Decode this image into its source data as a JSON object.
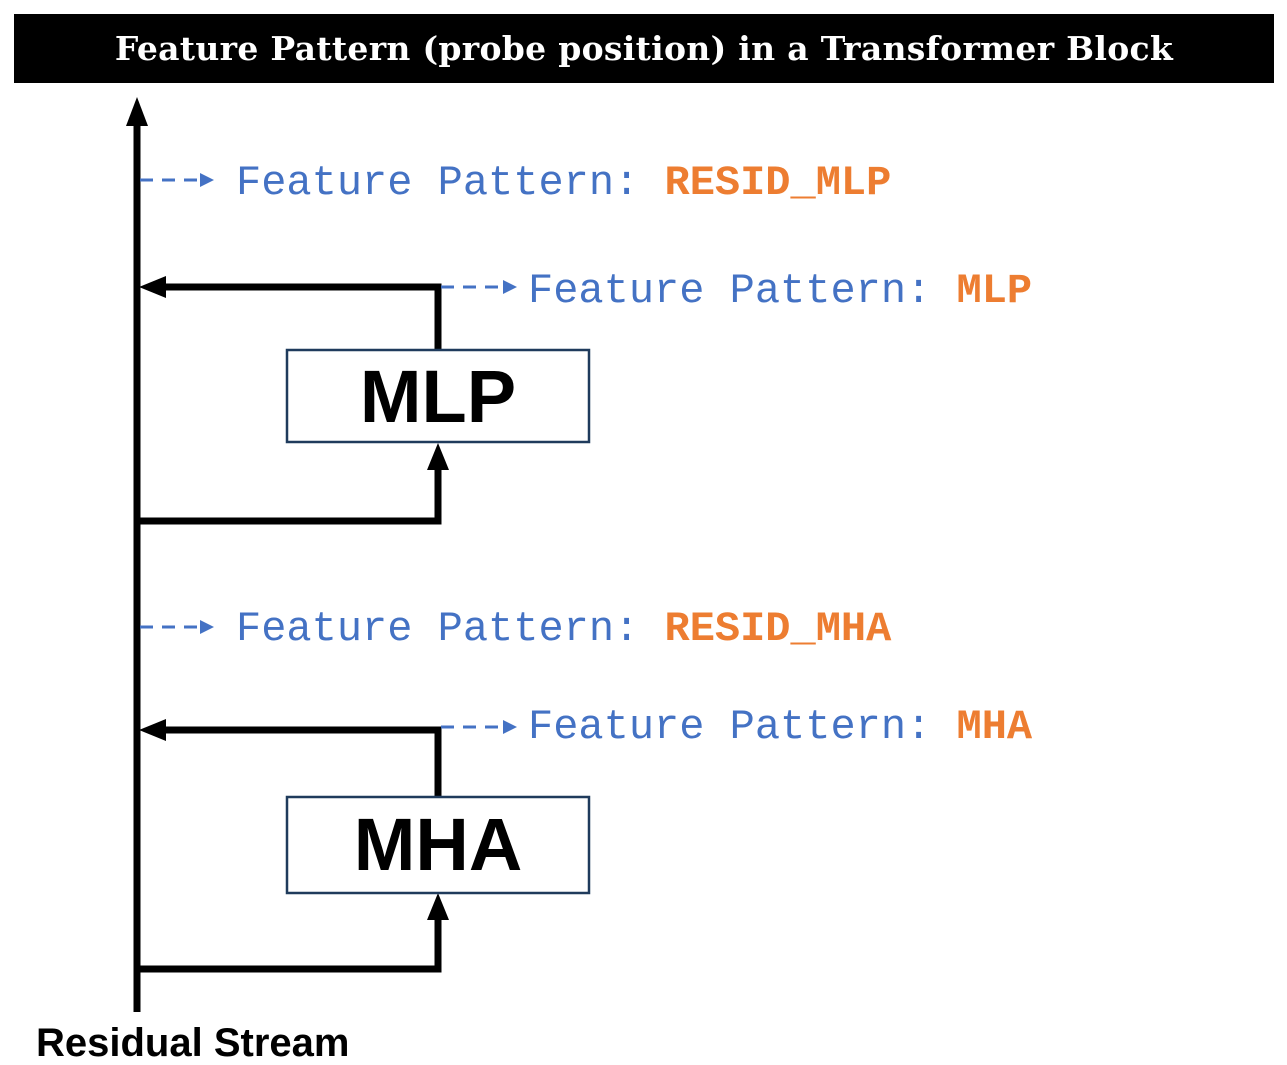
{
  "title": "Feature Pattern (probe position) in a Transformer Block",
  "blocks": {
    "mlp": "MLP",
    "mha": "MHA"
  },
  "feature_patterns": {
    "prefix": "Feature Pattern: ",
    "resid_mlp": "RESID_MLP",
    "mlp": "MLP",
    "resid_mha": "RESID_MHA",
    "mha": "MHA"
  },
  "footer": "Residual Stream",
  "colors": {
    "prefix_blue": "#4472c4",
    "value_orange": "#ed7d31",
    "line_black": "#000000",
    "box_border": "#1f3b5c"
  }
}
